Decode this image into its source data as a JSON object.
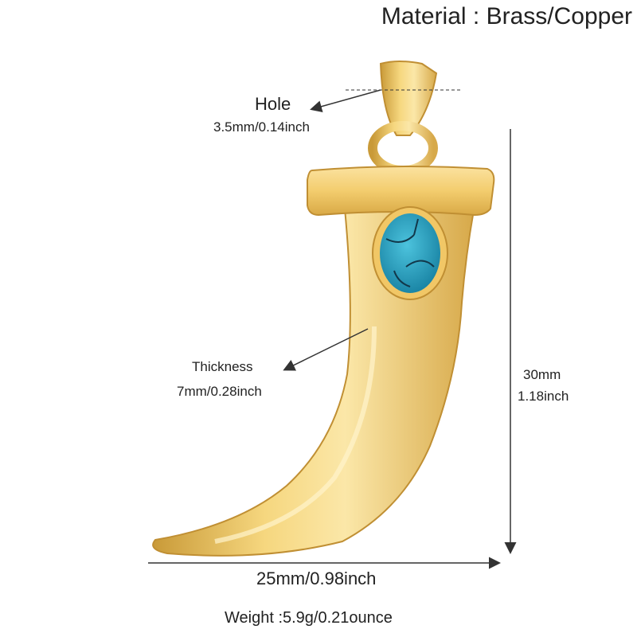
{
  "material": "Material : Brass/Copper",
  "hole": {
    "label": "Hole",
    "size": "3.5mm/0.14inch"
  },
  "thickness": {
    "label": "Thickness",
    "size": "7mm/0.28inch"
  },
  "height": {
    "mm": "30mm",
    "inch": "1.18inch"
  },
  "width": {
    "label": "25mm/0.98inch"
  },
  "weight": "Weight :5.9g/0.21ounce",
  "colors": {
    "gold": "#f2c968",
    "gold_dark": "#c99a38",
    "gold_light": "#fbe7a8",
    "turquoise": "#2aa3c2",
    "text": "#222222"
  }
}
